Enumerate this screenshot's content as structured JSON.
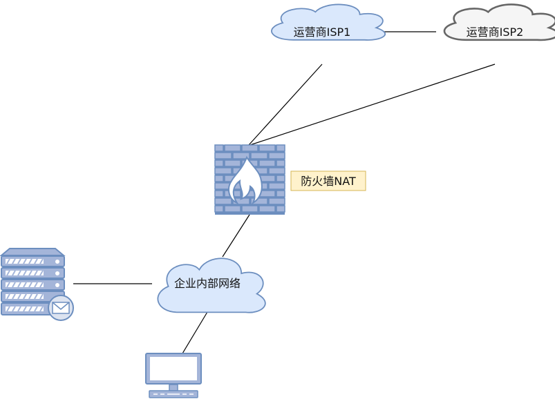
{
  "nodes": {
    "isp1": {
      "label": "运营商ISP1"
    },
    "isp2": {
      "label": "运营商ISP2"
    },
    "firewall": {
      "label": "防火墙NAT"
    },
    "internal": {
      "label": "企业内部网络"
    },
    "mail_server": {
      "icon": "mail-server-icon"
    },
    "workstation": {
      "icon": "monitor-icon"
    }
  },
  "colors": {
    "cloud_blue_fill": "#dae8fc",
    "cloud_blue_stroke": "#6c8ebf",
    "cloud_gray_fill": "#f5f5f5",
    "cloud_gray_stroke": "#666666",
    "device_fill": "#a4b5d9",
    "device_stroke": "#6c8ebf",
    "label_fill": "#fff2cc",
    "label_stroke": "#d6b656",
    "edge": "#000000"
  }
}
